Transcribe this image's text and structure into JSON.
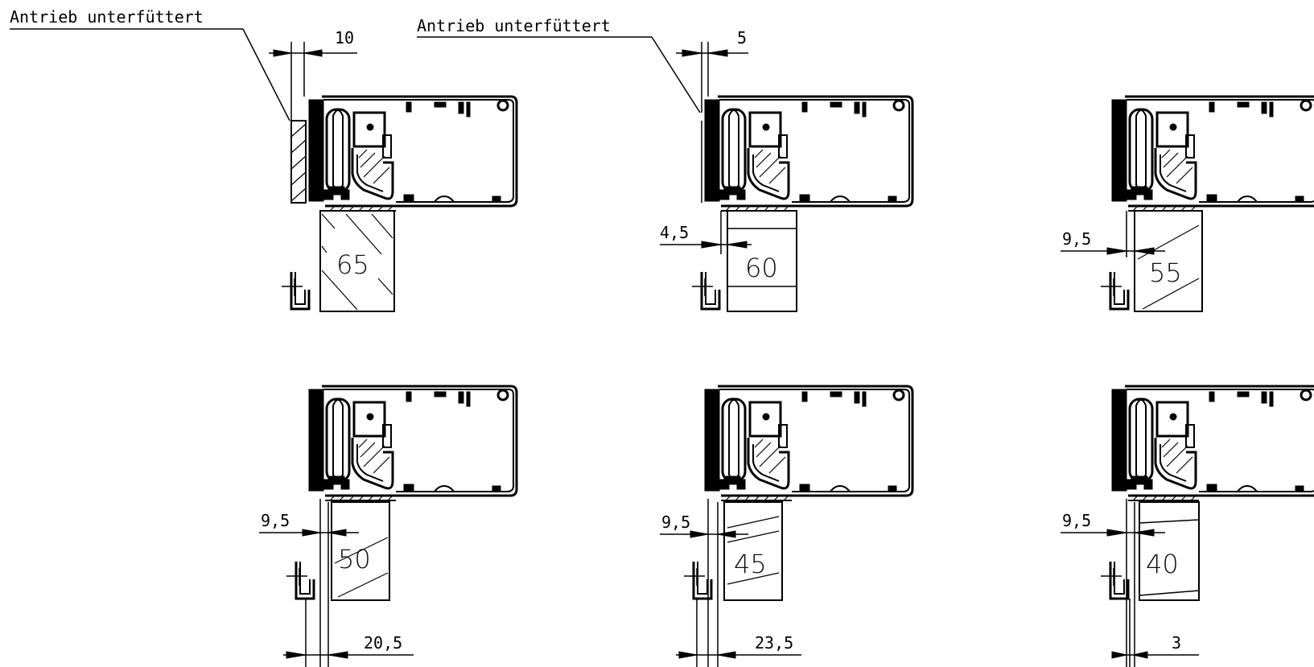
{
  "notes": {
    "note_1": "Antrieb unterfüttert",
    "note_2": "Antrieb unterfüttert"
  },
  "details": [
    {
      "size": "65",
      "top_dim": "10"
    },
    {
      "size": "60",
      "top_dim": "5",
      "side_dim": "4,5"
    },
    {
      "size": "55",
      "side_dim": "9,5"
    },
    {
      "size": "50",
      "side_dim": "9,5",
      "bottom_dim": "20,5"
    },
    {
      "size": "45",
      "side_dim": "9,5",
      "bottom_dim": "23,5"
    },
    {
      "size": "40",
      "side_dim": "9,5",
      "bottom_dim": "3"
    }
  ]
}
